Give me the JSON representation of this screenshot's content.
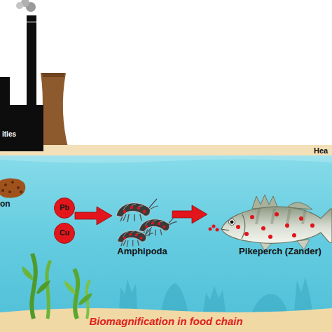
{
  "diagram": {
    "caption": "Biomagnification in food chain",
    "nodes": [
      {
        "text": [
          "ities"
        ]
      },
      {
        "text": [
          "on"
        ]
      },
      {
        "text": [
          "Pb"
        ]
      },
      {
        "text": [
          "Cu"
        ]
      },
      {
        "text": [
          "Amphipoda"
        ]
      },
      {
        "text": [
          "Pikeperch (Zander)"
        ]
      }
    ],
    "edges": [
      {
        "from": 2,
        "to": 4,
        "arrow": "to"
      },
      {
        "from": 4,
        "to": 5,
        "arrow": "to"
      }
    ],
    "labels": [
      "Hea"
    ]
  }
}
